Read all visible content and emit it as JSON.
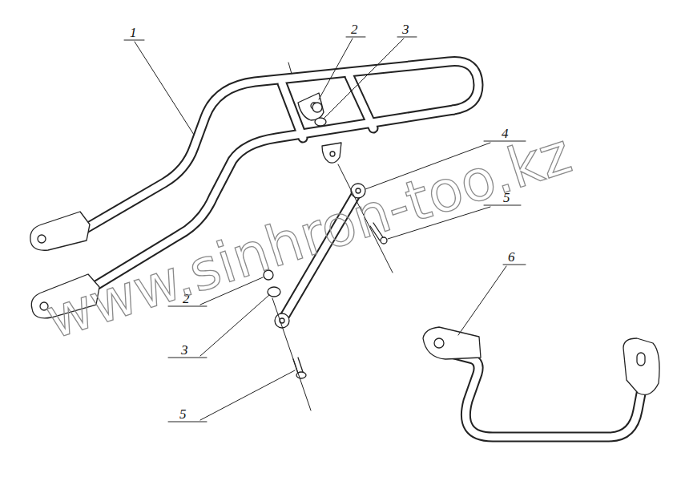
{
  "diagram": {
    "labels": [
      "1",
      "2",
      "3",
      "4",
      "5",
      "2",
      "3",
      "5",
      "6",
      "www.sinhron-too.kz"
    ]
  }
}
